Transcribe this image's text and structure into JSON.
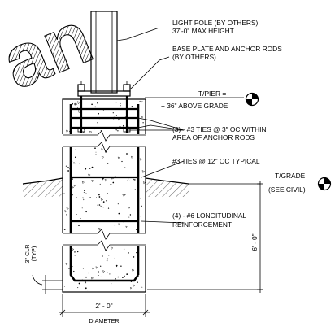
{
  "watermark": {
    "text": "an"
  },
  "labels": {
    "light_pole_1": "LIGHT POLE (BY OTHERS)",
    "light_pole_2": "37'-0\" MAX HEIGHT",
    "base_plate_1": "BASE PLATE AND ANCHOR RODS",
    "base_plate_2": "(BY OTHERS)",
    "tpier_1": "T/PIER =",
    "tpier_2": "+ 36\" ABOVE GRADE",
    "ties_top_1": "(3) - #3 TIES @ 3\" OC WITHIN",
    "ties_top_2": "AREA OF ANCHOR RODS",
    "ties_typ": "#3 TIES @ 12\" OC TYPICAL",
    "tgrade_1": "T/GRADE",
    "tgrade_2": "(SEE CIVIL)",
    "long_1": "(4) - #6 LONGITUDINAL",
    "long_2": "REINFORCEMENT",
    "depth": "6' - 0\"",
    "clr_1": "3\" CLR",
    "clr_2": "(TYP)",
    "diam_dim": "2' - 0\"",
    "diam_label": "DIAMETER"
  }
}
